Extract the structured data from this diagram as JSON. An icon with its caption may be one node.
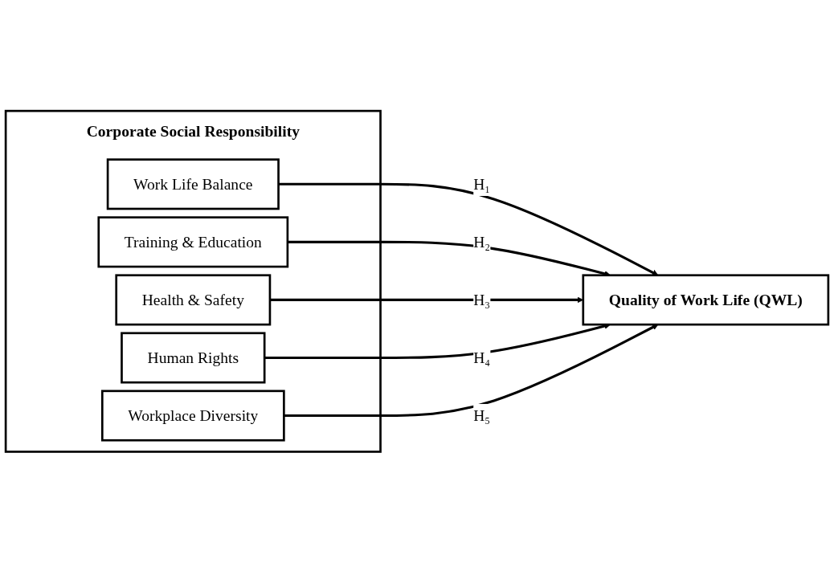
{
  "diagram": {
    "nodes": [
      {
        "text": [
          "Corporate Social Responsibility"
        ]
      },
      {
        "text": [
          "Work Life Balance"
        ],
        "in": 0
      },
      {
        "text": [
          "Training & Education"
        ],
        "in": 0
      },
      {
        "text": [
          "Health & Safety"
        ],
        "in": 0
      },
      {
        "text": [
          "Human Rights"
        ],
        "in": 0
      },
      {
        "text": [
          "Workplace Diversity"
        ],
        "in": 0
      },
      {
        "text": [
          "Quality of Work Life (QWL)"
        ]
      }
    ],
    "edges": [
      {
        "from": 1,
        "to": 6,
        "arrow": "to",
        "label": "H₁"
      },
      {
        "from": 2,
        "to": 6,
        "arrow": "to",
        "label": "H₂"
      },
      {
        "from": 3,
        "to": 6,
        "arrow": "to",
        "label": "H₃"
      },
      {
        "from": 4,
        "to": 6,
        "arrow": "to",
        "label": "H₄"
      },
      {
        "from": 5,
        "to": 6,
        "arrow": "to",
        "label": "H₅"
      }
    ]
  }
}
